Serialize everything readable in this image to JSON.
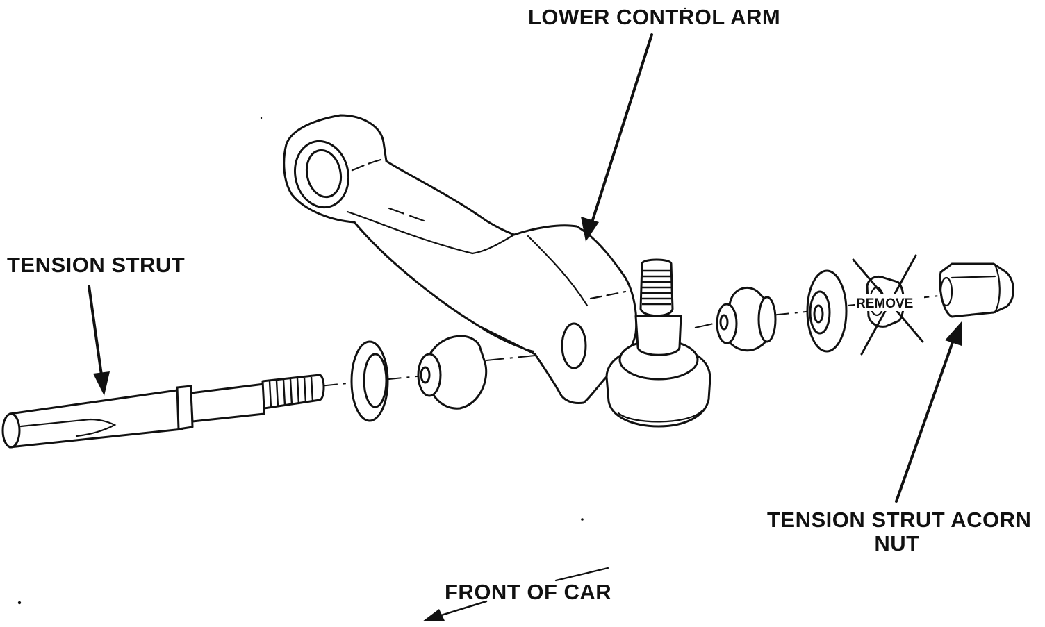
{
  "labels": {
    "lower_control_arm": "LOWER CONTROL ARM",
    "tension_strut": "TENSION STRUT",
    "acorn_nut_line1": "TENSION STRUT ACORN",
    "acorn_nut_line2": "NUT",
    "front_of_car": "FRONT OF CAR",
    "remove": "REMOVE"
  },
  "colors": {
    "ink": "#111111",
    "background": "#ffffff"
  }
}
